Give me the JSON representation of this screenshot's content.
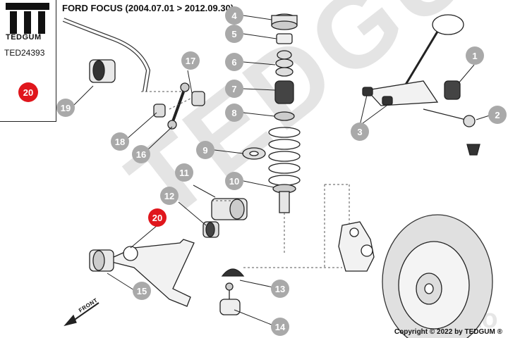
{
  "header": {
    "brand": "TEDGUM",
    "part_code": "TED24393",
    "badge_number": "20",
    "title": "FORD FOCUS (2004.07.01 > 2012.09.30)",
    "copyright": "Copyright © 2022 by TEDGUM ®"
  },
  "diagram": {
    "watermark": "TEDGUM",
    "secondary_watermark": "Avito",
    "front_label": "FRONT",
    "highlight_color": "#e0161c",
    "callout_color": "#a9a9a9",
    "callouts": [
      {
        "n": "1",
        "key": "callout-1"
      },
      {
        "n": "2",
        "key": "callout-2"
      },
      {
        "n": "3",
        "key": "callout-3"
      },
      {
        "n": "4",
        "key": "callout-4"
      },
      {
        "n": "5",
        "key": "callout-5"
      },
      {
        "n": "6",
        "key": "callout-6"
      },
      {
        "n": "7",
        "key": "callout-7"
      },
      {
        "n": "8",
        "key": "callout-8"
      },
      {
        "n": "9",
        "key": "callout-9"
      },
      {
        "n": "10",
        "key": "callout-10"
      },
      {
        "n": "11",
        "key": "callout-11"
      },
      {
        "n": "12",
        "key": "callout-12"
      },
      {
        "n": "13",
        "key": "callout-13"
      },
      {
        "n": "14",
        "key": "callout-14"
      },
      {
        "n": "15",
        "key": "callout-15"
      },
      {
        "n": "16",
        "key": "callout-16"
      },
      {
        "n": "17",
        "key": "callout-17"
      },
      {
        "n": "18",
        "key": "callout-18"
      },
      {
        "n": "19",
        "key": "callout-19"
      },
      {
        "n": "20",
        "key": "callout-20",
        "highlight": true
      }
    ]
  }
}
